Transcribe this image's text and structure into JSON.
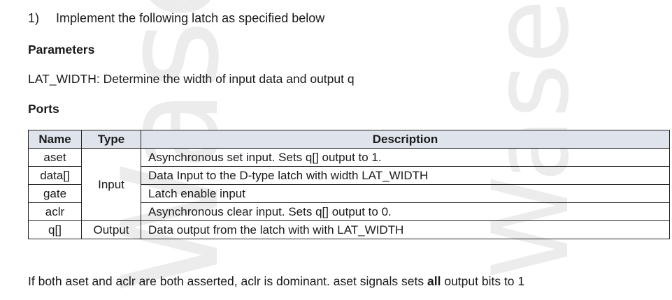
{
  "watermark": {
    "left": "Waseem",
    "right": "Waseem"
  },
  "question": {
    "number": "1)",
    "text": "Implement the following latch as specified below"
  },
  "parameters": {
    "heading": "Parameters",
    "description": "LAT_WIDTH: Determine the width of input data and output q"
  },
  "ports": {
    "heading": "Ports",
    "headers": {
      "name": "Name",
      "type": "Type",
      "description": "Description"
    },
    "input_type": "Input",
    "output_type": "Output",
    "rows": [
      {
        "name": "aset",
        "description": "Asynchronous set input. Sets q[] output to 1."
      },
      {
        "name": "data[]",
        "description": "Data Input to the D-type latch with width LAT_WIDTH"
      },
      {
        "name": "gate",
        "description": "Latch enable input"
      },
      {
        "name": "aclr",
        "description": "Asynchronous clear input. Sets q[] output to 0."
      },
      {
        "name": "q[]",
        "description": "Data output from the latch with with LAT_WIDTH"
      }
    ]
  },
  "note": {
    "before_bold": "If both aset and aclr are both asserted, aclr is dominant. aset signals sets ",
    "bold": "all",
    "after_bold": " output bits to 1"
  }
}
